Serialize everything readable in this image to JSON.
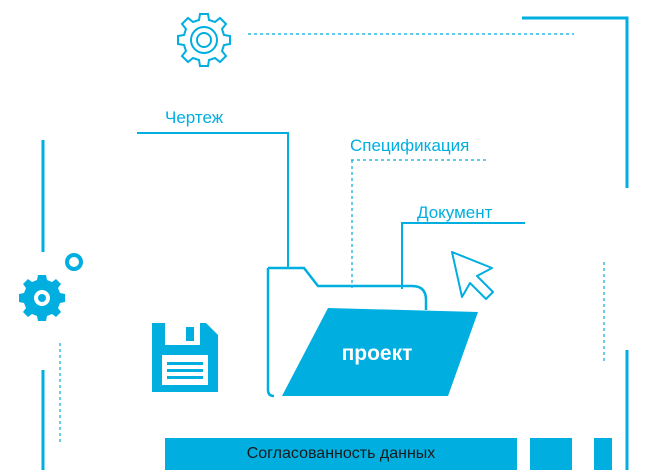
{
  "colors": {
    "accent": "#00aee0",
    "accent_dark": "#0096c7",
    "text_dark": "#1a1a1a",
    "background": "#ffffff"
  },
  "labels": {
    "drawing": "Чертеж",
    "specification": "Спецификация",
    "document": "Документ"
  },
  "folder": {
    "label": "проект"
  },
  "banner": {
    "text": "Согласованность данных"
  },
  "icons": [
    "gear-outline-icon",
    "gears-icon",
    "floppy-disk-icon",
    "cursor-arrow-icon",
    "folder-icon"
  ]
}
